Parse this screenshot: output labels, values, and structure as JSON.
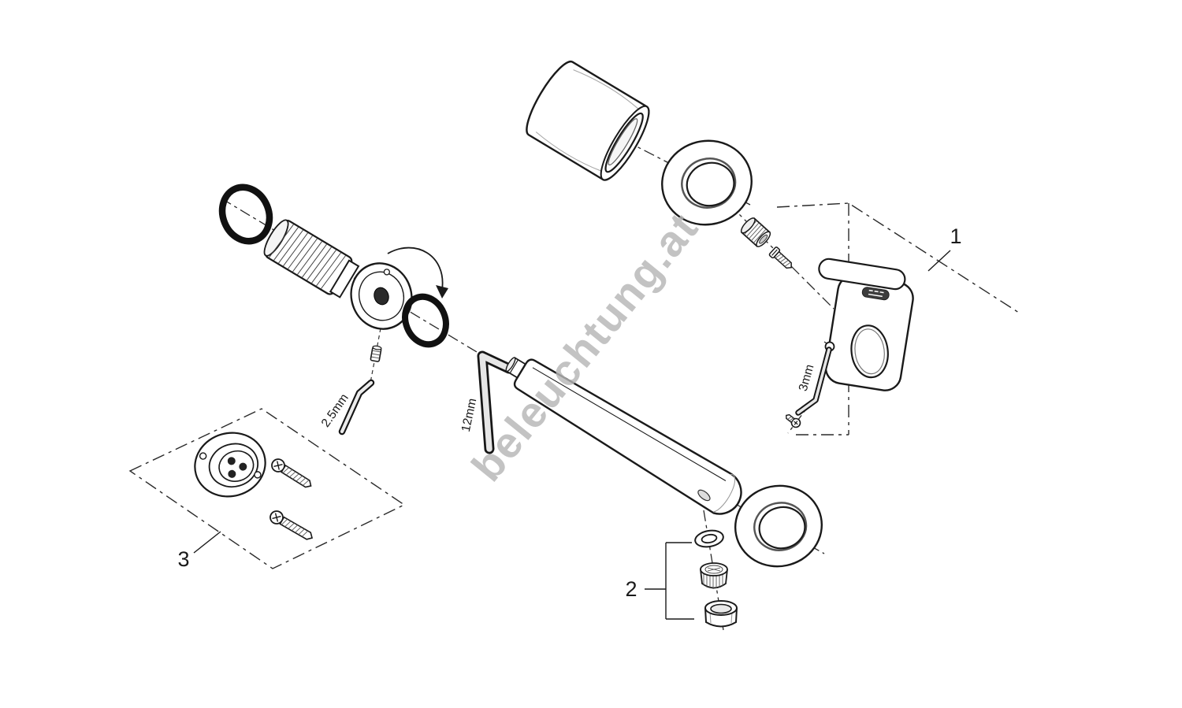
{
  "page": {
    "background": "#ffffff",
    "line_color": "#1a1a1a"
  },
  "watermark": {
    "text": "beleuchtung.at",
    "color": "#b6b6b6"
  },
  "callouts": {
    "group1": {
      "label": "1"
    },
    "group2": {
      "label": "2"
    },
    "group3": {
      "label": "3"
    }
  },
  "tools": {
    "allen_key_small": {
      "label": "2.5mm"
    },
    "allen_key_large": {
      "label": "12mm"
    },
    "allen_key_medium": {
      "label": "3mm"
    }
  },
  "icons": {
    "brand_badge": "striped-logo-badge"
  }
}
